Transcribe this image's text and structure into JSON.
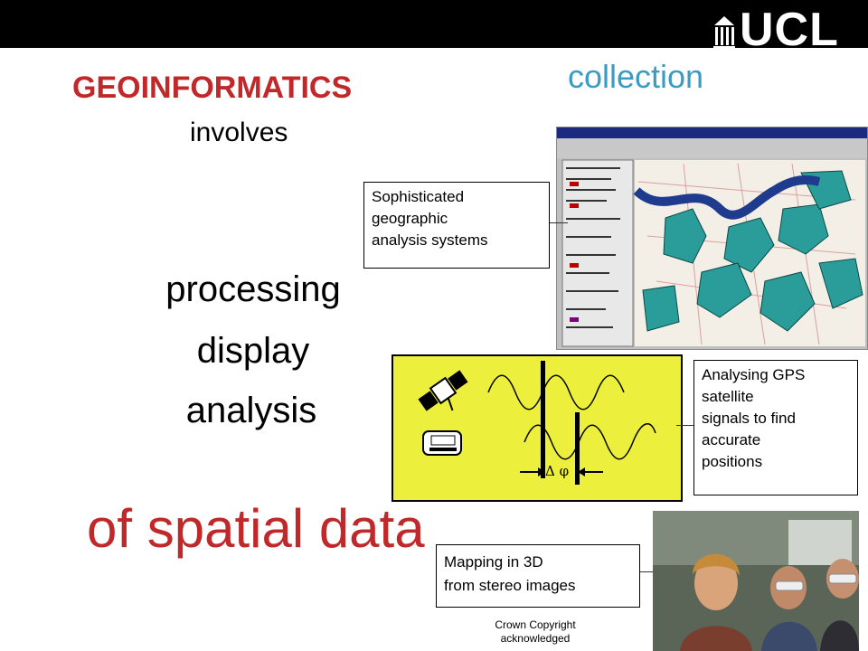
{
  "logo": {
    "text": "UCL"
  },
  "title": "GEOINFORMATICS",
  "involves": "involves",
  "collection": "collection",
  "processing": "processing",
  "display": "display",
  "analysis": "analysis",
  "of_spatial_data": "of spatial data",
  "callouts": {
    "gis": [
      "Sophisticated",
      "geographic",
      "analysis systems"
    ],
    "gps": [
      "Analysing GPS",
      "satellite",
      "signals to find",
      "accurate",
      "positions"
    ],
    "stereo": [
      "Mapping in 3D",
      "from stereo images"
    ]
  },
  "gps_symbol": "Δ φ",
  "copyright": [
    "Crown Copyright",
    "acknowledged"
  ],
  "colors": {
    "title": "#c0282a",
    "collection": "#3c9bc3",
    "gps_panel": "#ecef3b",
    "map_water": "#1f3b8e",
    "map_polygons": "#2a9d9a"
  }
}
